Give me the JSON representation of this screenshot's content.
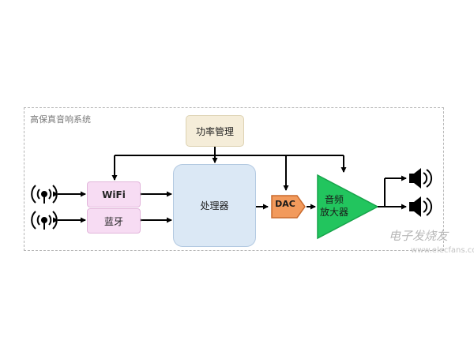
{
  "system_title": "高保真音响系统",
  "blocks": {
    "power": "功率管理",
    "wifi": "WiFi",
    "bluetooth": "蓝牙",
    "processor": "处理器",
    "dac": "DAC",
    "amplifier": [
      "音频",
      "放大器"
    ]
  },
  "watermark": {
    "brand": "电子发烧友",
    "url": "www.elecfans.com"
  },
  "colors": {
    "power_fill": "#f5edd9",
    "radio_fill": "#f7dcf3",
    "processor_fill": "#dbe8f5",
    "dac_fill": "#f29a5c",
    "amplifier_fill": "#22c55e",
    "line": "#000000"
  },
  "icons": [
    "antenna-icon",
    "antenna-icon",
    "speaker-icon",
    "speaker-icon"
  ]
}
